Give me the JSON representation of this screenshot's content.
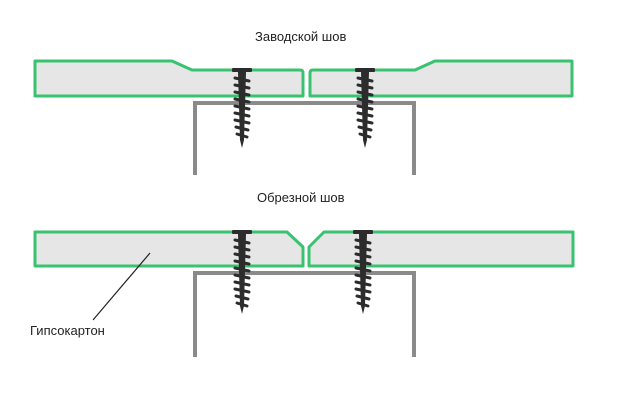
{
  "labels": {
    "factory_seam": "Заводской шов",
    "cut_seam": "Обрезной шов",
    "drywall": "Гипсокартон"
  },
  "colors": {
    "board_fill": "#e6e6e6",
    "board_edge": "#39c26f",
    "profile": "#8a8a8a",
    "screw": "#2c2c2c",
    "leader": "#222222"
  }
}
